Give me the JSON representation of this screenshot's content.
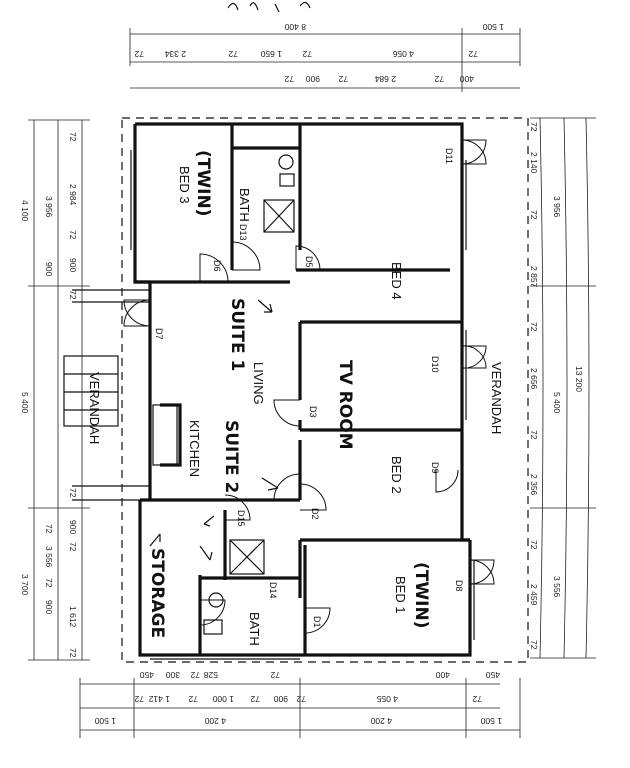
{
  "rooms": {
    "bed3": "BED 3",
    "bed3_note": "(TWIN)",
    "bath_upper": "BATH",
    "bed4": "BED 4",
    "living": "LIVING",
    "suite1": "SUITE 1",
    "tv_room": "TV ROOM",
    "kitchen": "KITCHEN",
    "suite2": "SUITE 2",
    "verandah_left": "VERANDAH",
    "verandah_right": "VERANDAH",
    "bed2": "BED 2",
    "storage": "STORAGE",
    "bath_lower": "BATH",
    "bed1": "BED 1",
    "bed1_note": "(TWIN)"
  },
  "doors": {
    "d1": "D1",
    "d2": "D2",
    "d3": "D3",
    "d5": "D5",
    "d6": "D6",
    "d7": "D7",
    "d8": "D8",
    "d9": "D9",
    "d10": "D10",
    "d11": "D11",
    "d13": "D13",
    "d14": "D14",
    "d15": "D15"
  },
  "dims_top": {
    "row1": [
      "1 500",
      "8 400"
    ],
    "row2": [
      "72",
      "4 056",
      "72",
      "1 650",
      "72",
      "2 334",
      "72"
    ],
    "row3": [
      "400",
      "72",
      "2 684",
      "72",
      "900",
      "72"
    ]
  },
  "dims_left": {
    "outer": [
      "4 100",
      "5 400",
      "3 700"
    ],
    "mid": [
      "3 956",
      "900",
      "72",
      "3 556",
      "72",
      "900"
    ],
    "inner": [
      "72",
      "2 984",
      "72",
      "900",
      "72",
      "72",
      "1 612",
      "72",
      "900",
      "72"
    ]
  },
  "dims_right": {
    "outer": [
      "13 200"
    ],
    "mid": [
      "3 956",
      "5 400",
      "3 556"
    ],
    "inner": [
      "72",
      "2 140",
      "72",
      "2 857",
      "72",
      "2 656",
      "72",
      "2 356",
      "72",
      "2 459",
      "72"
    ]
  },
  "dims_bottom": {
    "row1": [
      "450",
      "400",
      "450",
      "300",
      "72",
      "528",
      "72"
    ],
    "row2": [
      "72",
      "1 412",
      "72",
      "1 000",
      "72",
      "900",
      "72",
      "4 055",
      "72"
    ],
    "row3": [
      "1 500",
      "4 200",
      "4 200",
      "1 500"
    ]
  }
}
